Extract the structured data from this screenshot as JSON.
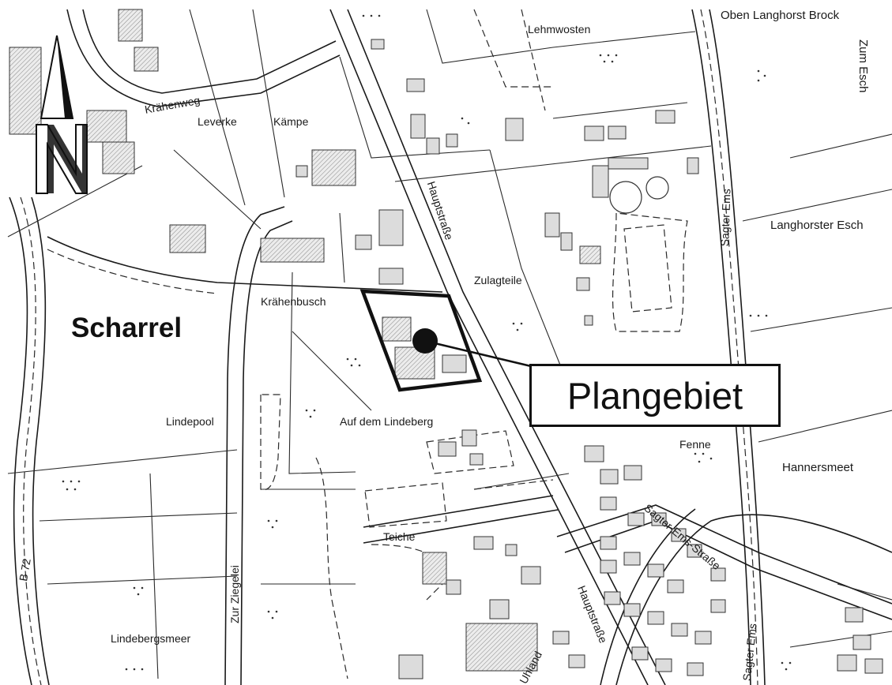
{
  "map": {
    "place_name": "Scharrel",
    "callout": "Plangebiet",
    "labels": {
      "oben_langhorst_brock": "Oben Langhorst Brock",
      "zum_esch": "Zum Esch",
      "lehmwosten": "Lehmwosten",
      "kraehenweg": "Krähenweg",
      "leverke": "Leverke",
      "kaempe": "Kämpe",
      "hauptstrasse_north": "Hauptstraße",
      "sagter_ems_north": "Sagter Ems",
      "langhorster_esch": "Langhorster Esch",
      "zulagteile": "Zulagteile",
      "kraehenbusch": "Krähenbusch",
      "auf_dem_lindeberg": "Auf dem Lindeberg",
      "lindepool": "Lindepool",
      "fenne": "Fenne",
      "hannersmeet": "Hannersmeet",
      "sagter_ems_strasse": "Sagter-Ems-Straße",
      "teiche": "Teiche",
      "b72": "B 72",
      "zur_ziegelei": "Zur Ziegelei",
      "hauptstrasse_south": "Hauptstraße",
      "lindebergsmeer": "Lindebergsmeer",
      "uhland": "Uhland",
      "sagter_ems_south": "Sagter Ems"
    },
    "north_arrow_letter": "N",
    "colors": {
      "ink": "#1a1a1a",
      "building_fill": "#dcdcdc",
      "background": "#ffffff"
    }
  }
}
